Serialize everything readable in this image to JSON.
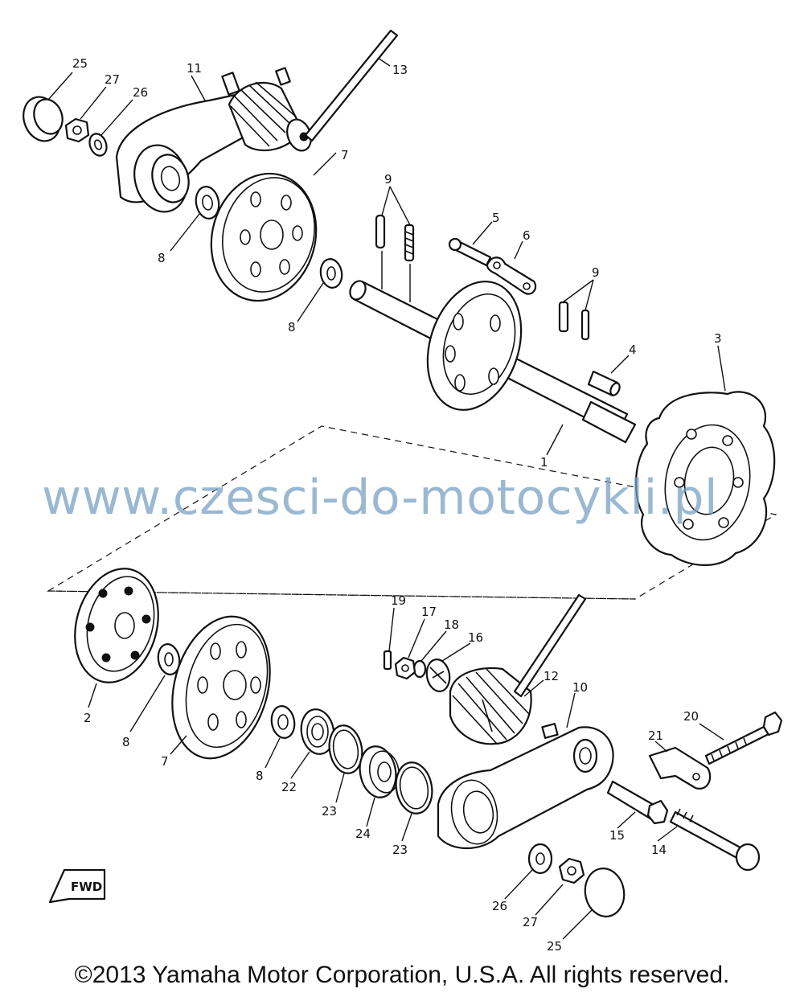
{
  "watermark": "www.czesci-do-motocykli.pl",
  "copyright": "©2013 Yamaha Motor Corporation, U.S.A. All rights reserved.",
  "fwd_marker": "FWD",
  "callouts": {
    "c25a": "25",
    "c27a": "27",
    "c26a": "26",
    "c11": "11",
    "c13": "13",
    "c7a": "7",
    "c8a": "8",
    "c8b": "8",
    "c9a": "9",
    "c5": "5",
    "c6": "6",
    "c9b": "9",
    "c4": "4",
    "c3": "3",
    "c1": "1",
    "c2": "2",
    "c8c": "8",
    "c7b": "7",
    "c8d": "8",
    "c22": "22",
    "c23a": "23",
    "c24": "24",
    "c23b": "23",
    "c19": "19",
    "c17": "17",
    "c18": "18",
    "c16": "16",
    "c12": "12",
    "c10": "10",
    "c20": "20",
    "c21": "21",
    "c15": "15",
    "c14": "14",
    "c26b": "26",
    "c27b": "27",
    "c25b": "25"
  }
}
